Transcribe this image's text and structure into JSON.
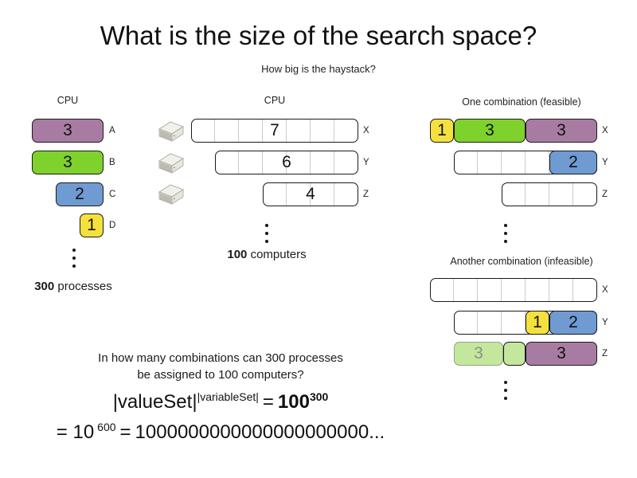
{
  "title": "What is the size of the search space?",
  "subtitle": "How big is the haystack?",
  "left": {
    "header": "CPU",
    "rows": [
      {
        "value": "3",
        "label": "A",
        "color": "#a87ca2"
      },
      {
        "value": "3",
        "label": "B",
        "color": "#7ed22b"
      },
      {
        "value": "2",
        "label": "C",
        "color": "#6f9bd2"
      },
      {
        "value": "1",
        "label": "D",
        "color": "#f5e13d"
      }
    ],
    "count": "300",
    "count_label": " processes"
  },
  "middle": {
    "header": "CPU",
    "rows": [
      {
        "value": "7",
        "label": "X"
      },
      {
        "value": "6",
        "label": "Y"
      },
      {
        "value": "4",
        "label": "Z"
      }
    ],
    "count": "100",
    "count_label": " computers"
  },
  "combo1": {
    "header": "One combination (feasible)",
    "x": {
      "seg_yellow": "1",
      "seg_green": "3",
      "seg_purple": "3",
      "label": "X"
    },
    "y": {
      "seg_blue": "2",
      "label": "Y"
    },
    "z": {
      "label": "Z"
    }
  },
  "combo2": {
    "header": "Another combination (infeasible)",
    "x": {
      "label": "X"
    },
    "y": {
      "seg_yellow": "1",
      "seg_blue": "2",
      "label": "Y"
    },
    "z": {
      "overflow_value": "3",
      "seg_purple": "3",
      "label": "Z"
    }
  },
  "question": {
    "line1": "In how many combinations can 300 processes",
    "line2": "be assigned to 100 computers?"
  },
  "formula1": {
    "base": "|valueSet|",
    "exponent": "|variableSet|",
    "equals": "=",
    "result_base": "100",
    "result_exponent": "300"
  },
  "formula2": {
    "prefix": "= 10",
    "exponent": "600",
    "equals": "=",
    "value": "1000000000000000000000..."
  },
  "colors": {
    "purple": "#a87ca2",
    "green": "#7ed22b",
    "blue": "#6f9bd2",
    "yellow": "#f5e13d",
    "faded_green": "#c3e79c",
    "faded_text": "#8f8f8f",
    "bar_fill": "#ffffff",
    "cell_divider": "#cccccc",
    "border": "#1a1a1a"
  }
}
